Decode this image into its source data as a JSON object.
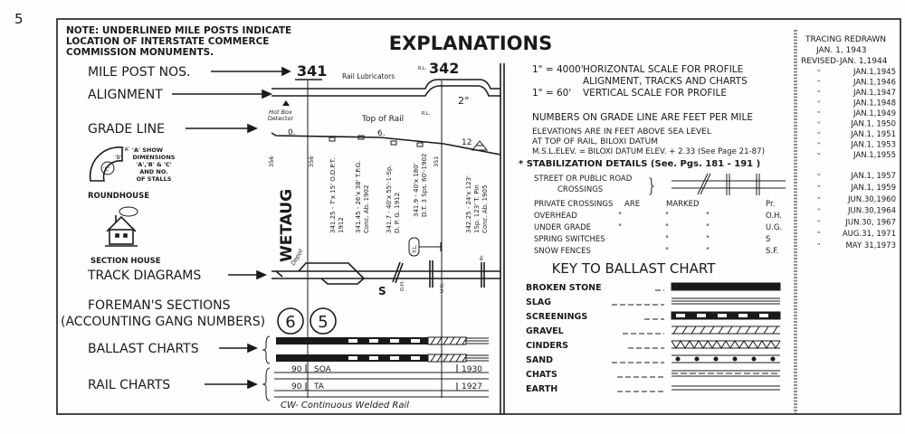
{
  "page_number": "5",
  "title": "EXPLANATIONS",
  "note": [
    "NOTE: UNDERLINED MILE POSTS INDICATE",
    "LOCATION OF INTERSTATE COMMERCE",
    "COMMISSION MONUMENTS."
  ],
  "left_labels": {
    "mile_post": "MILE POST NOS.",
    "alignment": "ALIGNMENT",
    "grade_line": "GRADE LINE",
    "roundhouse_note": [
      "'A' SHOW",
      "DIMENSIONS",
      "'A','B' & 'C'",
      "AND NO.",
      "OF STALLS"
    ],
    "roundhouse_letters": [
      "'A'",
      "'B'",
      "'C'"
    ],
    "roundhouse": "ROUNDHOUSE",
    "section_house": "SECTION HOUSE",
    "track_diagrams": "TRACK DIAGRAMS",
    "foremans_sections": [
      "FOREMAN'S SECTIONS",
      "(ACCOUNTING GANG NUMBERS)"
    ],
    "ballast_charts": "BALLAST CHARTS",
    "rail_charts": "RAIL CHARTS"
  },
  "diagram": {
    "mile_posts": [
      "341",
      "342"
    ],
    "rail_lubricators": "Rail Lubricators",
    "rl": "R.L.",
    "curve": "2°",
    "hot_box": [
      "Hot Box",
      "Detector"
    ],
    "top_of_rail": "Top of Rail",
    "grades": [
      "0.",
      "6.",
      "12"
    ],
    "elevations": [
      "356",
      "356",
      "351"
    ],
    "station": "WETAUG",
    "depot": "Depot",
    "structures": [
      [
        "341.25 - 7'x 15' O.D.P.T.",
        "1912"
      ],
      [
        "341.45 - 26'x 38' T.P.G.",
        "Conc. Ab. 1902"
      ],
      [
        "341.7 - 40'x 55'-1-Sp.",
        "D. P. G. 1912"
      ],
      [
        "341.9 - 40'x 180'",
        "D.T. 3 Sps. 60'-1902"
      ],
      [
        "342.25 - 24'x 123'",
        "1Sp. 123' T. Pin",
        "Conc. Ab. 1905"
      ]
    ],
    "yard_limit": "Y.L.",
    "spring_switch": "S",
    "overhead": "O.H.",
    "under_grade": "U.G.",
    "private": "Pr.",
    "foreman_numbers": [
      "6",
      "5"
    ],
    "rail_rows": [
      {
        "weight": "90",
        "type": "SOA",
        "year": "1930"
      },
      {
        "weight": "90",
        "type": "TA",
        "year": "1927"
      }
    ],
    "cw_note": "CW- Continuous Welded Rail"
  },
  "explanations": {
    "scale": [
      [
        "1\" = 4000'",
        "HORIZONTAL SCALE FOR PROFILE"
      ],
      [
        "",
        "ALIGNMENT, TRACKS AND CHARTS"
      ],
      [
        "1\" = 60'",
        "VERTICAL SCALE FOR PROFILE"
      ]
    ],
    "grade_numbers": "NUMBERS ON GRADE LINE ARE FEET PER MILE",
    "elevations": [
      "ELEVATIONS ARE IN FEET ABOVE SEA LEVEL",
      "AT TOP OF RAIL, BILOXI DATUM",
      "M.S.L.ELEV. = BILOXI DATUM ELEV. + 2.33 (See Page 21-87)"
    ],
    "stabilization": "* STABILIZATION DETAILS (See. Pgs. 181 - 191 )",
    "street": [
      "STREET OR PUBLIC ROAD",
      "CROSSINGS"
    ],
    "marked": [
      [
        "PRIVATE CROSSINGS",
        "ARE",
        "MARKED",
        "Pr."
      ],
      [
        "OVERHEAD",
        "\"",
        "\"",
        "\"",
        "O.H."
      ],
      [
        "UNDER GRADE",
        "\"",
        "\"",
        "\"",
        "U.G."
      ],
      [
        "SPRING SWITCHES",
        "",
        "\"",
        "\"",
        "S"
      ],
      [
        "SNOW FENCES",
        "",
        "\"",
        "\"",
        "S.F."
      ]
    ]
  },
  "ballast_key": {
    "title": "KEY TO BALLAST CHART",
    "items": [
      {
        "label": "BROKEN STONE",
        "pattern": "solid"
      },
      {
        "label": "SLAG",
        "pattern": "triple-line"
      },
      {
        "label": "SCREENINGS",
        "pattern": "solid-with-boxes"
      },
      {
        "label": "GRAVEL",
        "pattern": "slashes"
      },
      {
        "label": "CINDERS",
        "pattern": "zigzag"
      },
      {
        "label": "SAND",
        "pattern": "dots"
      },
      {
        "label": "CHATS",
        "pattern": "dashed"
      },
      {
        "label": "EARTH",
        "pattern": "double-line"
      }
    ]
  },
  "revisions": {
    "header": [
      "TRACING REDRAWN",
      "JAN. 1, 1943",
      "REVISED-JAN. 1,1944"
    ],
    "dates": [
      "JAN.1,1945",
      "JAN.1,1946",
      "JAN.1,1947",
      "JAN.1,1948",
      "JAN.1,1949",
      "JAN.1, 1950",
      "JAN.1, 1951",
      "JAN.1, 1953",
      "JAN.1,1955",
      "JAN.1, 1957",
      "JAN.1, 1959",
      "JUN.30,1960",
      "JUN.30,1964",
      "JUN.30, 1967",
      "AUG.31, 1971",
      "MAY 31,1973"
    ]
  }
}
